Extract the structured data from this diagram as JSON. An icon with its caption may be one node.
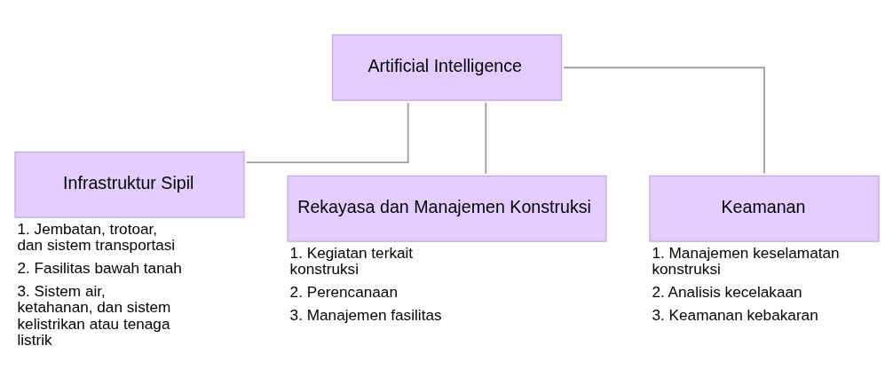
{
  "diagram": {
    "nodes": [
      {
        "text": [
          "Artificial Intelligence"
        ]
      },
      {
        "text": [
          "Infrastruktur Sipil"
        ],
        "beside": [
          "1. Jembatan, trotoar, dan sistem transportasi",
          "2. Fasilitas bawah tanah",
          "3. Sistem air, ketahanan, dan sistem kelistrikan atau tenaga listrik"
        ]
      },
      {
        "text": [
          "Rekayasa dan Manajemen Konstruksi"
        ],
        "beside": [
          "1. Kegiatan terkait konstruksi",
          "2. Perencanaan",
          "3. Manajemen fasilitas"
        ]
      },
      {
        "text": [
          "Keamanan"
        ],
        "beside": [
          "1. Manajemen keselamatan konstruksi",
          "2. Analisis kecelakaan",
          "3. Keamanan kebakaran"
        ]
      }
    ],
    "edges": [
      {
        "from": 0,
        "to": 1,
        "arrow": "none"
      },
      {
        "from": 0,
        "to": 2,
        "arrow": "none"
      },
      {
        "from": 0,
        "to": 3,
        "arrow": "none"
      }
    ]
  }
}
